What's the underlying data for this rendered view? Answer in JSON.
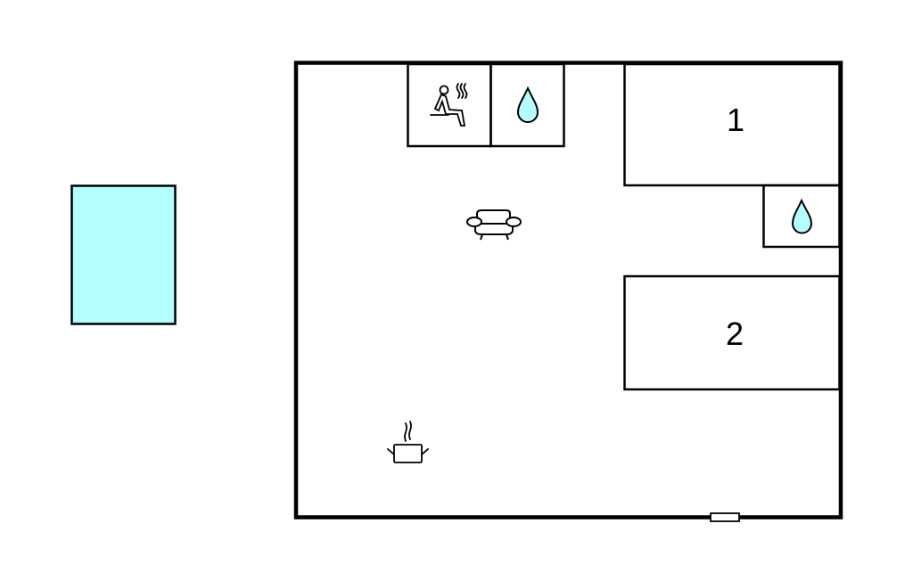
{
  "rooms": {
    "bedroom_1": {
      "label": "1"
    },
    "bedroom_2": {
      "label": "2"
    }
  },
  "icons": [
    "sauna-icon",
    "shower-icon",
    "sofa-icon",
    "kitchen-pot-icon",
    "pool"
  ],
  "colors": {
    "water": "#b3ffff",
    "wall": "#000000"
  }
}
